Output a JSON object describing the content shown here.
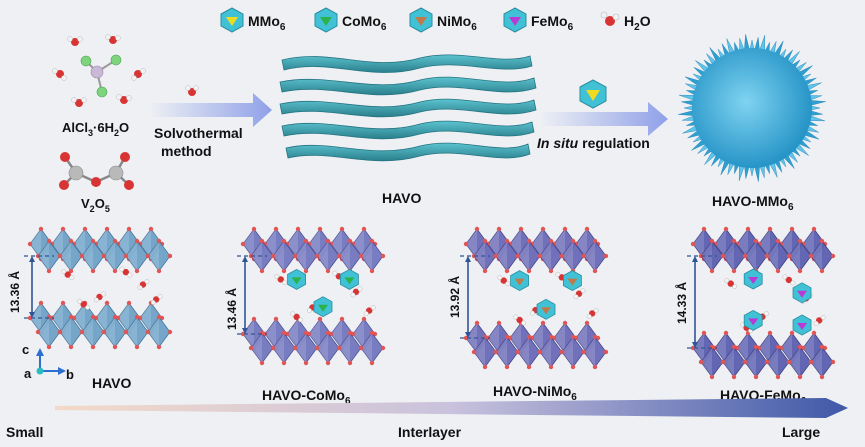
{
  "legend": {
    "items": [
      {
        "label_main": "MMo",
        "label_sub": "6",
        "color": "#f0dc1e"
      },
      {
        "label_main": "CoMo",
        "label_sub": "6",
        "color": "#2bb24c"
      },
      {
        "label_main": "NiMo",
        "label_sub": "6",
        "color": "#c07a4a"
      },
      {
        "label_main": "FeMo",
        "label_sub": "6",
        "color": "#b93ad6"
      }
    ],
    "water": {
      "label_main": "H",
      "label_sub": "2",
      "label_tail": "O"
    }
  },
  "synthesis": {
    "precursor1": {
      "main": "AlCl",
      "sub1": "3",
      "mid": "·6H",
      "sub2": "2",
      "tail": "O"
    },
    "precursor2": {
      "main": "V",
      "sub1": "2",
      "mid": "O",
      "sub2": "5"
    },
    "step1_line1": "Solvothermal",
    "step1_line2": "method",
    "product1": "HAVO",
    "step2_italic": "In situ",
    "step2_rest": " regulation",
    "product2": {
      "main": "HAVO-MMo",
      "sub": "6"
    }
  },
  "structures": [
    {
      "name_main": "HAVO",
      "name_sub": "",
      "spacing": "13.36 Å",
      "guest": "none"
    },
    {
      "name_main": "HAVO-CoMo",
      "name_sub": "6",
      "spacing": "13.46 Å",
      "guest": "#2bb24c"
    },
    {
      "name_main": "HAVO-NiMo",
      "name_sub": "6",
      "spacing": "13.92 Å",
      "guest": "#c07a4a"
    },
    {
      "name_main": "HAVO-FeMo",
      "name_sub": "6",
      "spacing": "14.33 Å",
      "guest": "#b93ad6"
    }
  ],
  "axes": {
    "c": "c",
    "a": "a",
    "b": "b"
  },
  "scale_bar": {
    "left": "Small",
    "center": "Interlayer",
    "right": "Large"
  },
  "colors": {
    "nanosheet": "#3fa9b5",
    "octahedron_blue": "#6fa3c8",
    "octahedron_purple": "#6b6bb8",
    "oxygen": "#e05555",
    "hydrogen": "#f4f4f4",
    "arrow": "#8fa0e8",
    "spacing_arrow": "#2f5597"
  }
}
